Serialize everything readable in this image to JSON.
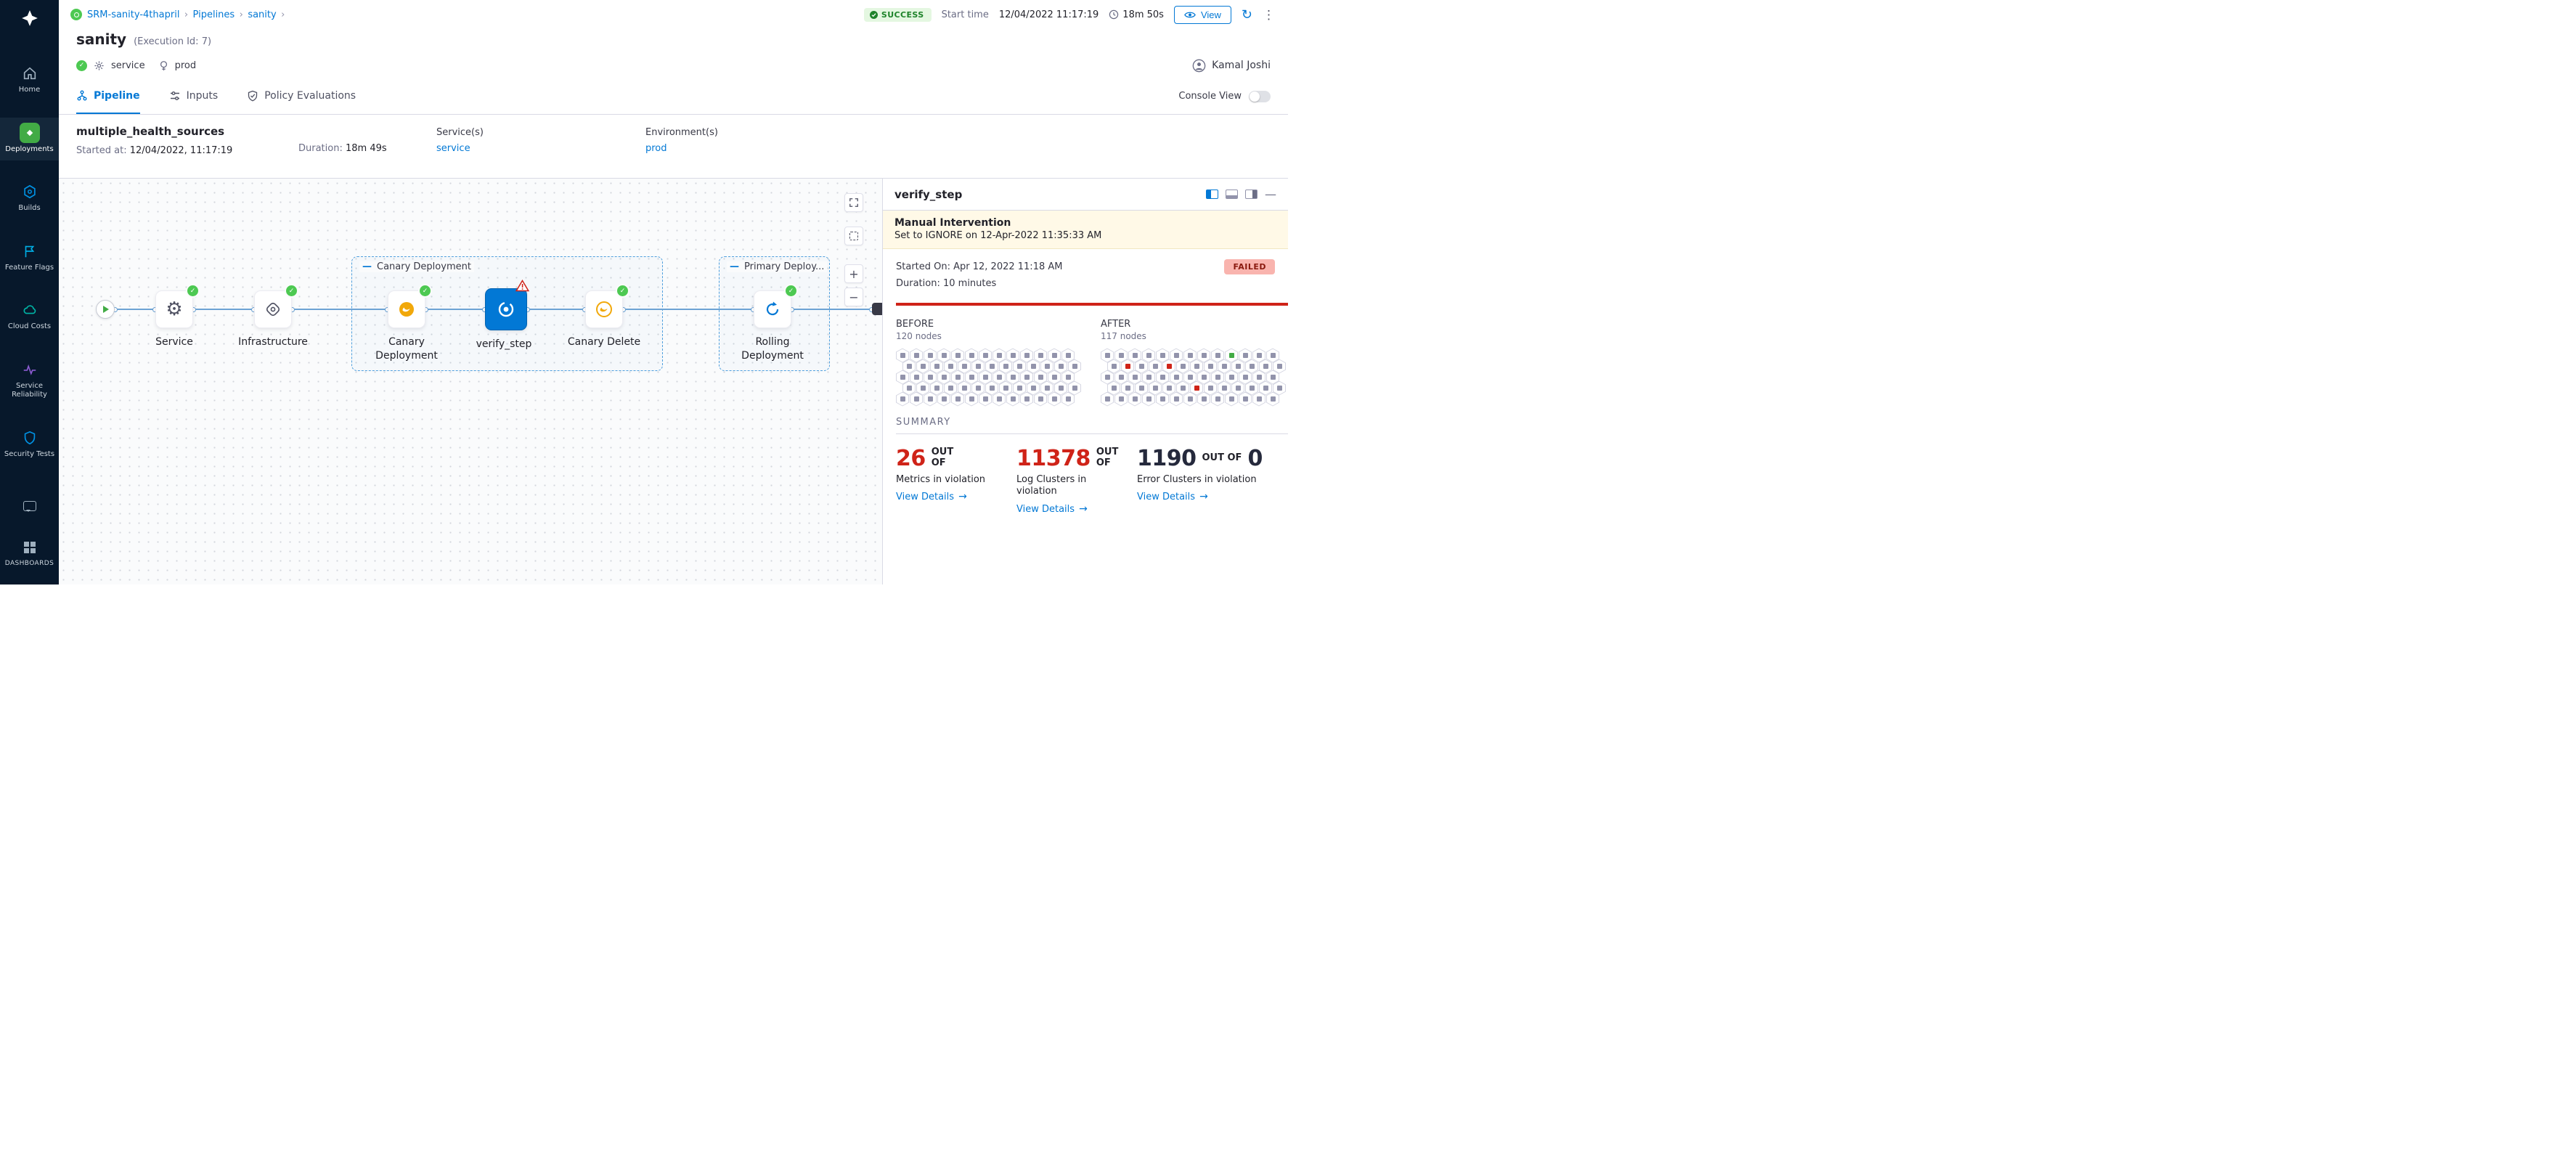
{
  "sidebar": {
    "items": [
      {
        "label": "Home"
      },
      {
        "label": "Deployments"
      },
      {
        "label": "Builds"
      },
      {
        "label": "Feature Flags"
      },
      {
        "label": "Cloud Costs"
      },
      {
        "label": "Service Reliability"
      },
      {
        "label": "Security Tests"
      },
      {
        "label": ""
      },
      {
        "label": "DASHBOARDS"
      }
    ]
  },
  "breadcrumb": {
    "project": "SRM-sanity-4thapril",
    "pipelines": "Pipelines",
    "current": "sanity"
  },
  "run_header": {
    "status": "SUCCESS",
    "start_time_label": "Start time",
    "start_time": "12/04/2022 11:17:19",
    "elapsed": "18m 50s",
    "view_button": "View",
    "title": "sanity",
    "execution_id": "(Execution Id: 7)",
    "service_tag": "service",
    "environment_tag": "prod",
    "user_name": "Kamal Joshi"
  },
  "tabs": {
    "pipeline": "Pipeline",
    "inputs": "Inputs",
    "policy": "Policy Evaluations",
    "console_view": "Console View"
  },
  "stage_info": {
    "name": "multiple_health_sources",
    "started_label": "Started at:",
    "started_value": "12/04/2022, 11:17:19",
    "duration_label": "Duration:",
    "duration_value": "18m 49s",
    "services_label": "Service(s)",
    "services_value": "service",
    "environments_label": "Environment(s)",
    "environments_value": "prod"
  },
  "graph": {
    "group_canary": "Canary Deployment",
    "group_primary": "Primary Deploy...",
    "nodes": [
      {
        "label": "Service"
      },
      {
        "label": "Infrastructure"
      },
      {
        "label": "Canary Deployment"
      },
      {
        "label": "verify_step"
      },
      {
        "label": "Canary Delete"
      },
      {
        "label": "Rolling Deployment"
      }
    ]
  },
  "verify_panel": {
    "title": "verify_step",
    "intervention_title": "Manual Intervention",
    "intervention_detail": "Set to IGNORE on 12-Apr-2022 11:35:33 AM",
    "started_on": "Started On: Apr 12, 2022 11:18 AM",
    "duration": "Duration: 10 minutes",
    "status": "FAILED",
    "before_label": "BEFORE",
    "before_count": "120 nodes",
    "after_label": "AFTER",
    "after_count": "117 nodes",
    "before_grid": [
      "ggggggggggggg",
      "ggggggggggggg",
      "ggggggggggggg",
      "ggggggggggggg",
      "ggggggggggggg"
    ],
    "after_grid": [
      "gggggggggGggg",
      "grggrgggggggg",
      "ggggggggggggg",
      "ggggggrgggggg",
      "ggggggggggggg"
    ],
    "summary_label": "SUMMARY",
    "metrics": [
      {
        "count": "26",
        "out_of": "OUT OF",
        "total": "",
        "label": "Metrics in violation",
        "link": "View Details"
      },
      {
        "count": "11378",
        "out_of": "OUT OF",
        "total": "",
        "label": "Log Clusters in violation",
        "link": "View Details"
      },
      {
        "count": "1190",
        "out_of": "OUT OF",
        "total": "0",
        "label": "Error Clusters in violation",
        "link": "View Details"
      }
    ]
  }
}
